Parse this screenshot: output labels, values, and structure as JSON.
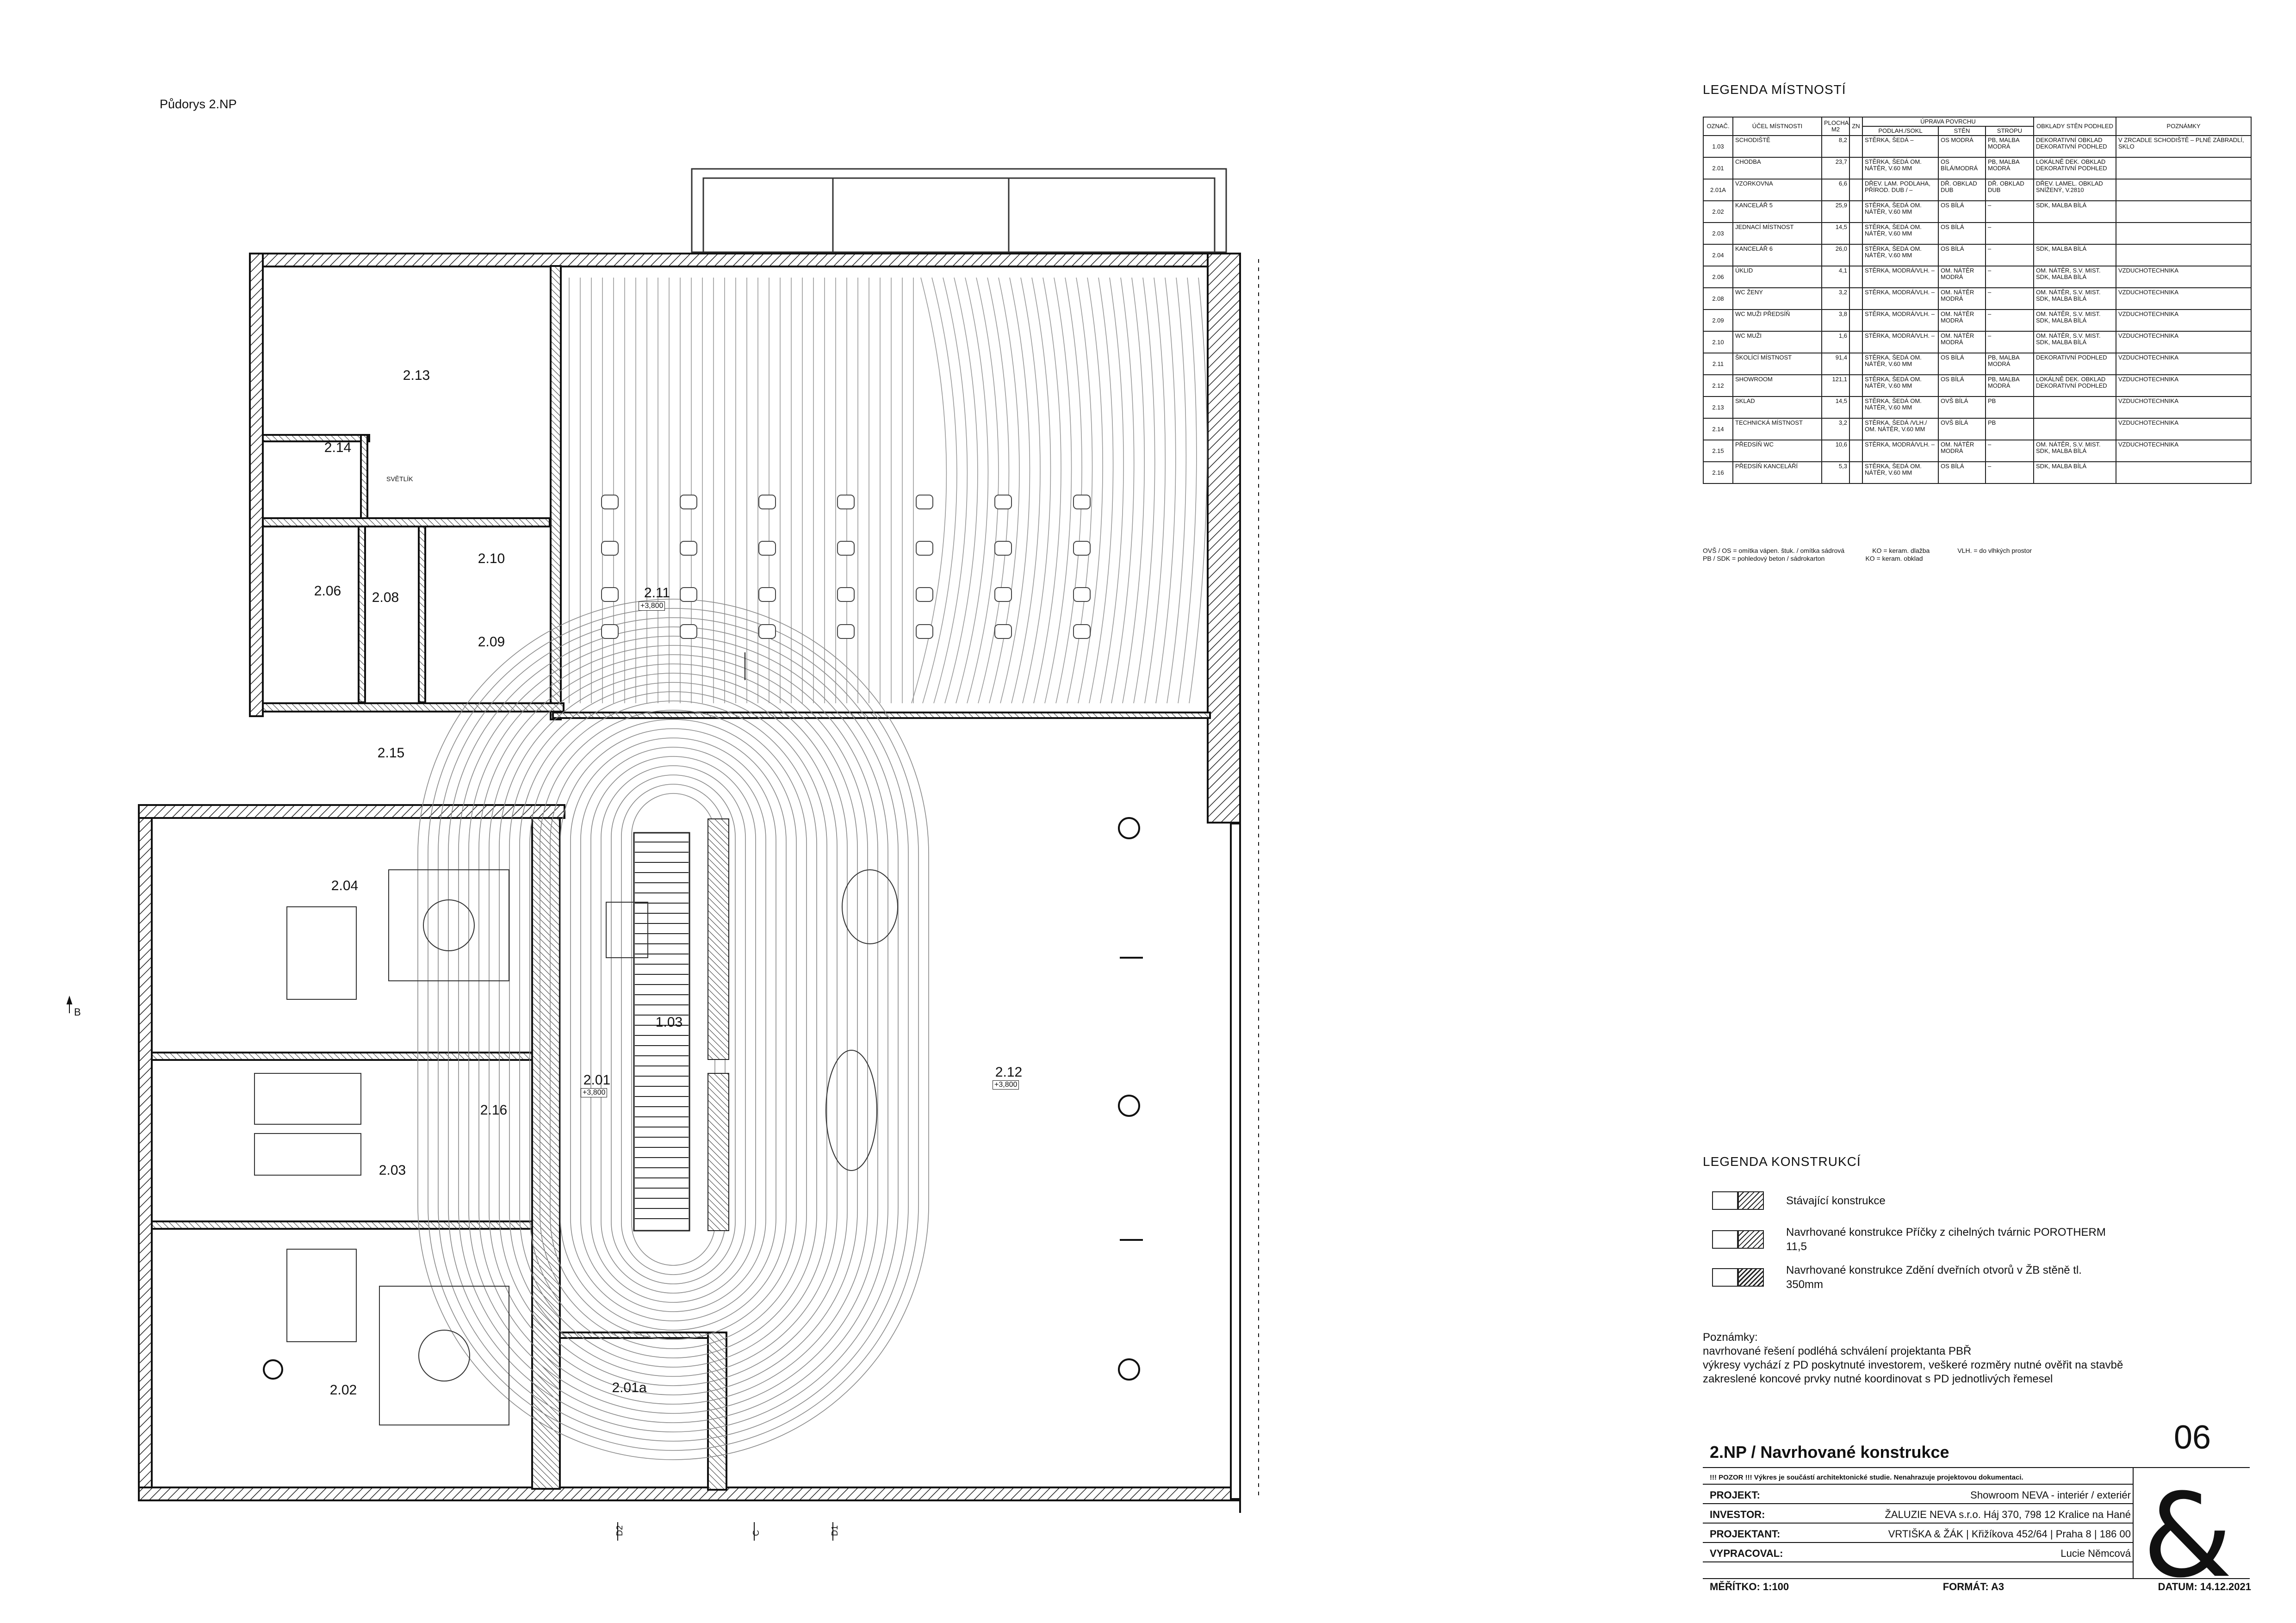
{
  "plan": {
    "title": "Půdorys 2.NP",
    "labels": {
      "skylight": "SVĚTLÍK",
      "section_b": "B",
      "section_c": "C",
      "section_d1": "D1",
      "section_d2": "D2",
      "level": "+3,800"
    },
    "rooms": [
      {
        "code": "2.13"
      },
      {
        "code": "2.14"
      },
      {
        "code": "2.11"
      },
      {
        "code": "2.10"
      },
      {
        "code": "2.06"
      },
      {
        "code": "2.08"
      },
      {
        "code": "2.09"
      },
      {
        "code": "2.15"
      },
      {
        "code": "2.04"
      },
      {
        "code": "1.03"
      },
      {
        "code": "2.01"
      },
      {
        "code": "2.12"
      },
      {
        "code": "2.16"
      },
      {
        "code": "2.03"
      },
      {
        "code": "2.02"
      },
      {
        "code": "2.01a"
      }
    ]
  },
  "room_legend": {
    "title": "LEGENDA MÍSTNOSTÍ",
    "headers": {
      "code": "OZNAČ.",
      "purpose": "ÚČEL MÍSTNOSTI",
      "area": "PLOCHA m2",
      "zn": "ZN",
      "surface": "ÚPRAVA POVRCHU",
      "floor": "PODLAH./SOKL",
      "walls": "STĚN",
      "ceiling": "STROPU",
      "cladding": "OBKLADY STĚN PODHLED",
      "notes": "POZNÁMKY"
    },
    "rows": [
      {
        "code": "1.03",
        "name": "SCHODIŠTĚ",
        "area": "8,2",
        "floor": "STĚRKA, ŠEDÁ –",
        "walls": "OS MODRÁ",
        "ceiling": "PB, MALBA MODRÁ",
        "cladding": "DEKORATIVNÍ OBKLAD DEKORATIVNÍ PODHLED",
        "notes": "V ZRCADLE SCHODIŠTĚ – PLNÉ ZÁBRADLÍ, SKLO"
      },
      {
        "code": "2.01",
        "name": "CHODBA",
        "area": "23,7",
        "floor": "STĚRKA, ŠEDÁ OM. NÁTĚR, V.60 MM",
        "walls": "OS BÍLÁ/MODRÁ",
        "ceiling": "PB, MALBA MODRÁ",
        "cladding": "LOKÁLNĚ DEK. OBKLAD DEKORATIVNÍ PODHLED",
        "notes": ""
      },
      {
        "code": "2.01a",
        "name": "VZORKOVNA",
        "area": "6,6",
        "floor": "DŘEV. LAM. PODLAHA, PŘÍROD. DUB / –",
        "walls": "DŘ. OBKLAD DUB",
        "ceiling": "DŘ. OBKLAD DUB",
        "cladding": "DŘEV. LAMEL. OBKLAD SNÍŽENÝ, v.2810",
        "notes": ""
      },
      {
        "code": "2.02",
        "name": "KANCELÁŘ 5",
        "area": "25,9",
        "floor": "STĚRKA, ŠEDÁ OM. NÁTĚR, V.60 MM",
        "walls": "OS BÍLÁ",
        "ceiling": "–",
        "cladding": "SDK, MALBA BÍLÁ",
        "notes": ""
      },
      {
        "code": "2.03",
        "name": "JEDNACÍ MÍSTNOST",
        "area": "14,5",
        "floor": "STĚRKA, ŠEDÁ OM. NÁTĚR, V.60 MM",
        "walls": "OS BÍLÁ",
        "ceiling": "–",
        "cladding": "",
        "notes": ""
      },
      {
        "code": "2.04",
        "name": "KANCELÁŘ 6",
        "area": "26,0",
        "floor": "STĚRKA, ŠEDÁ OM. NÁTĚR, V.60 MM",
        "walls": "OS BÍLÁ",
        "ceiling": "–",
        "cladding": "SDK, MALBA BÍLÁ",
        "notes": ""
      },
      {
        "code": "2.06",
        "name": "ÚKLID",
        "area": "4,1",
        "floor": "STĚRKA, MODRÁ/VLH. –",
        "walls": "OM. NÁTĚR MODRÁ",
        "ceiling": "–",
        "cladding": "OM. NÁTĚR, S.V. MIST. SDK, MALBA BÍLÁ",
        "notes": "VZDUCHOTECHNIKA"
      },
      {
        "code": "2.08",
        "name": "WC ŽENY",
        "area": "3,2",
        "floor": "STĚRKA, MODRÁ/VLH. –",
        "walls": "OM. NÁTĚR MODRÁ",
        "ceiling": "–",
        "cladding": "OM. NÁTĚR, S.V. MIST. SDK, MALBA BÍLÁ",
        "notes": "VZDUCHOTECHNIKA"
      },
      {
        "code": "2.09",
        "name": "WC MUŽI PŘEDSÍŇ",
        "area": "3,8",
        "floor": "STĚRKA, MODRÁ/VLH. –",
        "walls": "OM. NÁTĚR MODRÁ",
        "ceiling": "–",
        "cladding": "OM. NÁTĚR, S.V. MIST. SDK, MALBA BÍLÁ",
        "notes": "VZDUCHOTECHNIKA"
      },
      {
        "code": "2.10",
        "name": "WC MUŽI",
        "area": "1,6",
        "floor": "STĚRKA, MODRÁ/VLH. –",
        "walls": "OM. NÁTĚR MODRÁ",
        "ceiling": "–",
        "cladding": "OM. NÁTĚR, S.V. MIST. SDK, MALBA BÍLÁ",
        "notes": "VZDUCHOTECHNIKA"
      },
      {
        "code": "2.11",
        "name": "ŠKOLÍCÍ MÍSTNOST",
        "area": "91,4",
        "floor": "STĚRKA, ŠEDÁ OM. NÁTĚR, V.60 MM",
        "walls": "OS BÍLÁ",
        "ceiling": "PB, MALBA MODRÁ",
        "cladding": "DEKORATIVNÍ PODHLED",
        "notes": "VZDUCHOTECHNIKA"
      },
      {
        "code": "2.12",
        "name": "SHOWROOM",
        "area": "121,1",
        "floor": "STĚRKA, ŠEDÁ OM. NÁTĚR, V.60 MM",
        "walls": "OS BÍLÁ",
        "ceiling": "PB, MALBA MODRÁ",
        "cladding": "LOKÁLNĚ DEK. OBKLAD DEKORATIVNÍ PODHLED",
        "notes": "VZDUCHOTECHNIKA"
      },
      {
        "code": "2.13",
        "name": "SKLAD",
        "area": "14,5",
        "floor": "STĚRKA, ŠEDÁ OM. NÁTĚR, V.60 MM",
        "walls": "OVŠ BÍLÁ",
        "ceiling": "PB",
        "cladding": "",
        "notes": "VZDUCHOTECHNIKA"
      },
      {
        "code": "2.14",
        "name": "TECHNICKÁ MÍSTNOST",
        "area": "3,2",
        "floor": "STĚRKA, ŠEDÁ /VLH./ OM. NÁTĚR, V.60 MM",
        "walls": "OVŠ BÍLÁ",
        "ceiling": "PB",
        "cladding": "",
        "notes": "VZDUCHOTECHNIKA"
      },
      {
        "code": "2.15",
        "name": "PŘEDSÍŇ WC",
        "area": "10,6",
        "floor": "STĚRKA, MODRÁ/VLH. –",
        "walls": "OM. NÁTĚR MODRÁ",
        "ceiling": "–",
        "cladding": "OM. NÁTĚR, S.V. MIST. SDK, MALBA BÍLÁ",
        "notes": "VZDUCHOTECHNIKA"
      },
      {
        "code": "2.16",
        "name": "PŘEDSÍŇ KANCELÁŘÍ",
        "area": "5,3",
        "floor": "STĚRKA, ŠEDÁ OM. NÁTĚR, V.60 MM",
        "walls": "OS BÍLÁ",
        "ceiling": "–",
        "cladding": "SDK, MALBA BÍLÁ",
        "notes": ""
      }
    ],
    "abbreviations": [
      [
        "OVŠ / OS = omítka vápen. štuk. / omítka sádrová",
        "KO = keram. dlažba",
        "VLH. = do vlhkých prostor"
      ],
      [
        "PB / SDK = pohledový beton / sádrokarton",
        "KO = keram. obklad",
        ""
      ]
    ]
  },
  "construction_legend": {
    "title": "LEGENDA KONSTRUKCÍ",
    "items": [
      {
        "text": "Stávající konstrukce"
      },
      {
        "text": "Navrhované konstrukce Příčky z cihelných tvárnic POROTHERM 11,5"
      },
      {
        "text": "Navrhované konstrukce Zdění dveřních otvorů v ŽB stěně tl. 350mm"
      }
    ]
  },
  "notes": {
    "title": "Poznámky:",
    "lines": [
      "navrhované řešení podléhá schválení projektanta PBŘ",
      "výkresy vychází z PD poskytnuté investorem, veškeré rozměry nutné ověřit na stavbě",
      "zakreslené koncové prvky nutné koordinovat s PD jednotlivých řemesel"
    ]
  },
  "title_block": {
    "title": "2.NP / Navrhované konstrukce",
    "sheet_no": "06",
    "warning": "!!! POZOR !!! Výkres je součástí architektonické studie. Nenahrazuje projektovou dokumentaci.",
    "project_label": "PROJEKT:",
    "project": "Showroom NEVA - interiér / exteriér",
    "investor_label": "INVESTOR:",
    "investor": "ŽALUZIE NEVA s.r.o. Háj 370, 798 12 Kralice na Hané",
    "designer_label": "PROJEKTANT:",
    "designer": "VRTIŠKA & ŽÁK | Křižíkova 452/64 | Praha 8 | 186 00",
    "drawn_label": "VYPRACOVAL:",
    "drawn": "Lucie Němcová",
    "scale": "MĚŘÍTKO: 1:100",
    "format": "FORMÁT: A3",
    "date": "DATUM: 14.12.2021",
    "logo": "&"
  }
}
